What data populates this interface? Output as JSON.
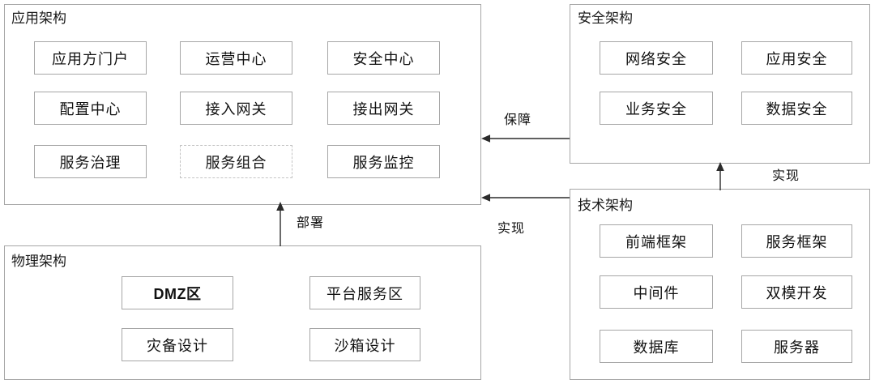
{
  "diagram": {
    "title_font_color": "#1a1a1a",
    "border_color": "#a6a6a6",
    "arrow_color": "#2b2b2b"
  },
  "panels": {
    "application": {
      "title": "应用架构",
      "nodes": [
        {
          "label": "应用方门户",
          "style": "solid"
        },
        {
          "label": "运营中心",
          "style": "solid"
        },
        {
          "label": "安全中心",
          "style": "solid"
        },
        {
          "label": "配置中心",
          "style": "solid"
        },
        {
          "label": "接入网关",
          "style": "solid"
        },
        {
          "label": "接出网关",
          "style": "solid"
        },
        {
          "label": "服务治理",
          "style": "solid"
        },
        {
          "label": "服务组合",
          "style": "dashed"
        },
        {
          "label": "服务监控",
          "style": "solid"
        }
      ]
    },
    "security": {
      "title": "安全架构",
      "nodes": [
        {
          "label": "网络安全",
          "style": "solid"
        },
        {
          "label": "应用安全",
          "style": "solid"
        },
        {
          "label": "业务安全",
          "style": "solid"
        },
        {
          "label": "数据安全",
          "style": "solid"
        }
      ]
    },
    "technical": {
      "title": "技术架构",
      "nodes": [
        {
          "label": "前端框架",
          "style": "solid"
        },
        {
          "label": "服务框架",
          "style": "solid"
        },
        {
          "label": "中间件",
          "style": "solid"
        },
        {
          "label": "双模开发",
          "style": "solid"
        },
        {
          "label": "数据库",
          "style": "solid"
        },
        {
          "label": "服务器",
          "style": "solid"
        }
      ]
    },
    "physical": {
      "title": "物理架构",
      "nodes": [
        {
          "label": "DMZ区",
          "style": "bold"
        },
        {
          "label": "平台服务区",
          "style": "solid"
        },
        {
          "label": "灾备设计",
          "style": "solid"
        },
        {
          "label": "沙箱设计",
          "style": "solid"
        }
      ]
    }
  },
  "connectors": [
    {
      "label": "保障",
      "from": "security",
      "to": "application",
      "direction": "left"
    },
    {
      "label": "实现",
      "from": "technical",
      "to": "application",
      "direction": "left"
    },
    {
      "label": "实现",
      "from": "technical",
      "to": "security",
      "direction": "up"
    },
    {
      "label": "部署",
      "from": "physical",
      "to": "application",
      "direction": "up"
    }
  ]
}
